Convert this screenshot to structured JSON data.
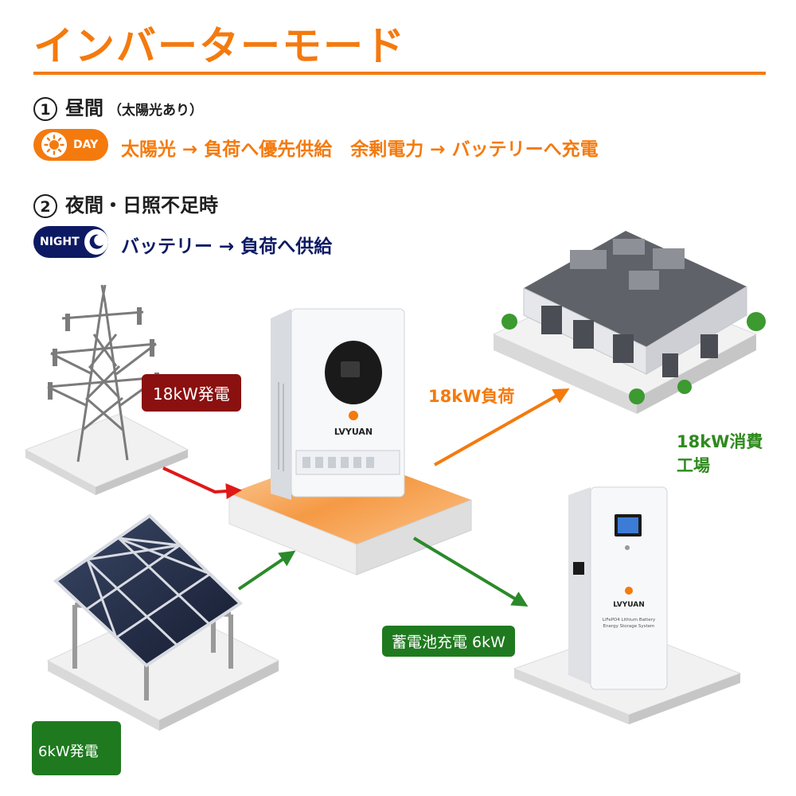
{
  "title": "インバーターモード",
  "day": {
    "num": "1",
    "heading": "昼間",
    "subheading": "（太陽光あり）",
    "badge": "DAY",
    "flow": "太陽光 → 負荷へ優先供給　余剰電力 → バッテリーへ充電"
  },
  "night": {
    "num": "2",
    "heading": "夜間・日照不足時",
    "badge": "NIGHT",
    "flow": "バッテリー → 負荷へ供給"
  },
  "labels": {
    "grid_gen": "18kW発電",
    "load": "18kW負荷",
    "factory_line1": "18kW消費",
    "factory_line2": "工場",
    "battery_charge": "蓄電池充電 6kW",
    "solar_gen": "6kW発電"
  },
  "brand": {
    "inverter": "LVYUAN",
    "battery": "LVYUAN",
    "battery_line1": "LiFePO4 Lithium Battery",
    "battery_line2": "Energy Storage System"
  },
  "colors": {
    "accent": "#f47a0e",
    "night": "#0d1a63",
    "grid_tag": "#8b1010",
    "green": "#1f7a1f",
    "arrow_red": "#e01818",
    "arrow_green": "#2a8a2a"
  },
  "icons": [
    "sun-icon",
    "moon-icon"
  ]
}
